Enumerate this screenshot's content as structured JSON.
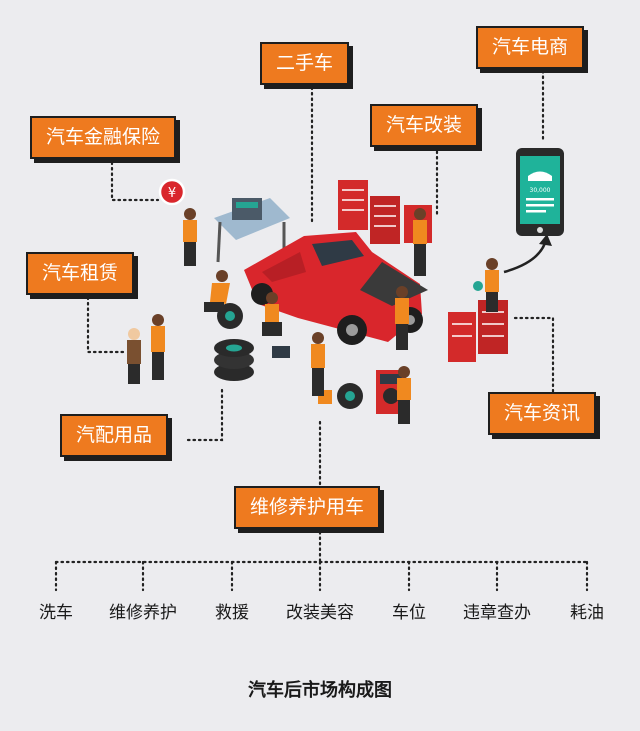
{
  "nodes": {
    "used_car": "二手车",
    "ecommerce": "汽车电商",
    "finance_insurance": "汽车金融保险",
    "modification": "汽车改装",
    "leasing": "汽车租赁",
    "parts": "汽配用品",
    "info": "汽车资讯",
    "repair_maintenance_use": "维修养护用车"
  },
  "sub_nodes": [
    "洗车",
    "维修养护",
    "救援",
    "改装美容",
    "车位",
    "违章查办",
    "耗油"
  ],
  "phone_screen_text": "30,000",
  "caption": "汽车后市场构成图",
  "colors": {
    "background": "#ececef",
    "tag_fill": "#ee7a1f",
    "tag_border": "#1e1e1e",
    "car_red": "#d9262c",
    "worker_orange": "#f0891f"
  }
}
